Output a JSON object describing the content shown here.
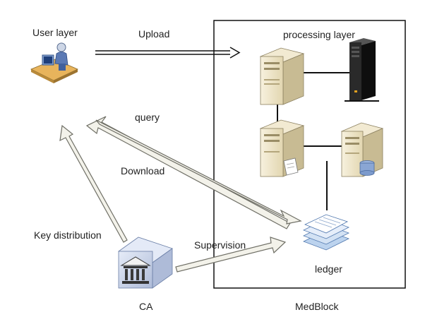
{
  "labels": {
    "user_layer": "User layer",
    "upload": "Upload",
    "processing_layer": "processing layer",
    "query": "query",
    "download": "Download",
    "key_distribution": "Key distribution",
    "supervision": "Supervision",
    "ledger": "ledger",
    "ca": "CA",
    "medblock": "MedBlock"
  },
  "colors": {
    "outline": "#111111",
    "arrow_fill": "#f3f2ea",
    "arrow_stroke": "#6f6f66",
    "server_body": "#efe7cc",
    "server_side": "#c9bd95",
    "tower_body": "#1e1e1e",
    "ca_blue": "#cfd9f0"
  },
  "icons": {
    "user": "user-at-computer-icon",
    "tower": "black-tower-server-icon",
    "server_a": "server-icon",
    "server_b": "server-with-document-icon",
    "server_c": "database-server-icon",
    "ledger": "ledger-stack-icon",
    "ca": "certificate-authority-building-icon"
  }
}
